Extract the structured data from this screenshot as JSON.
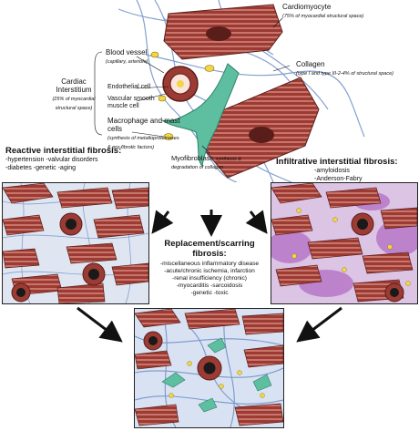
{
  "top_labels": {
    "cardiomyocyte": "Cardiomyocyte",
    "cardiomyocyte_note": "(75% of myocardial structural space)",
    "collagen": "Collagen",
    "collagen_note": "(type I and type III-2-4% of structural space)",
    "blood_vessel": "Blood vessel",
    "blood_vessel_note": "(capillary, arteriole)",
    "endothelial": "Endothelial cell",
    "vsmc": "Vascular smooth muscle cell",
    "cardiac_interstitium": "Cardiac Interstitium",
    "interstitium_note": "(25% of myocardial structural space)",
    "macrophage": "Macrophage and mast cells",
    "macrophage_note": "(synthesis of metalloproteinases & pro-fibrotic factors)",
    "myofibroblast": "Myofibroblast:",
    "myofibroblast_note": "synthesis & degradation of collagen"
  },
  "reactive": {
    "title": "Reactive interstitial fibrosis:",
    "line1": "-hypertension   -valvular disorders",
    "line2": "-diabetes   -genetic   -aging"
  },
  "infiltrative": {
    "title": "Infiltrative interstitial fibrosis:",
    "items": [
      "-amyloidosis",
      "-Anderson-Fabry"
    ]
  },
  "replacement": {
    "title_line1": "Replacement/scarring",
    "title_line2": "fibrosis:",
    "items": [
      "-miscellaneous inflammatory disease",
      "-acute/chronic ischemia, infarction",
      "-renal insufficiency (chronic)",
      "-myocarditis   -sarcoidosis",
      "-genetic   -toxic"
    ]
  },
  "colors": {
    "cardiomyocyte": "#9b3b33",
    "cardiomyocyte_stripe": "#c9756b",
    "collagen": "#6f8fc6",
    "myofibroblast": "#5dbfa0",
    "infiltrate": "#a24fb8",
    "cell_yellow": "#f2d648"
  }
}
